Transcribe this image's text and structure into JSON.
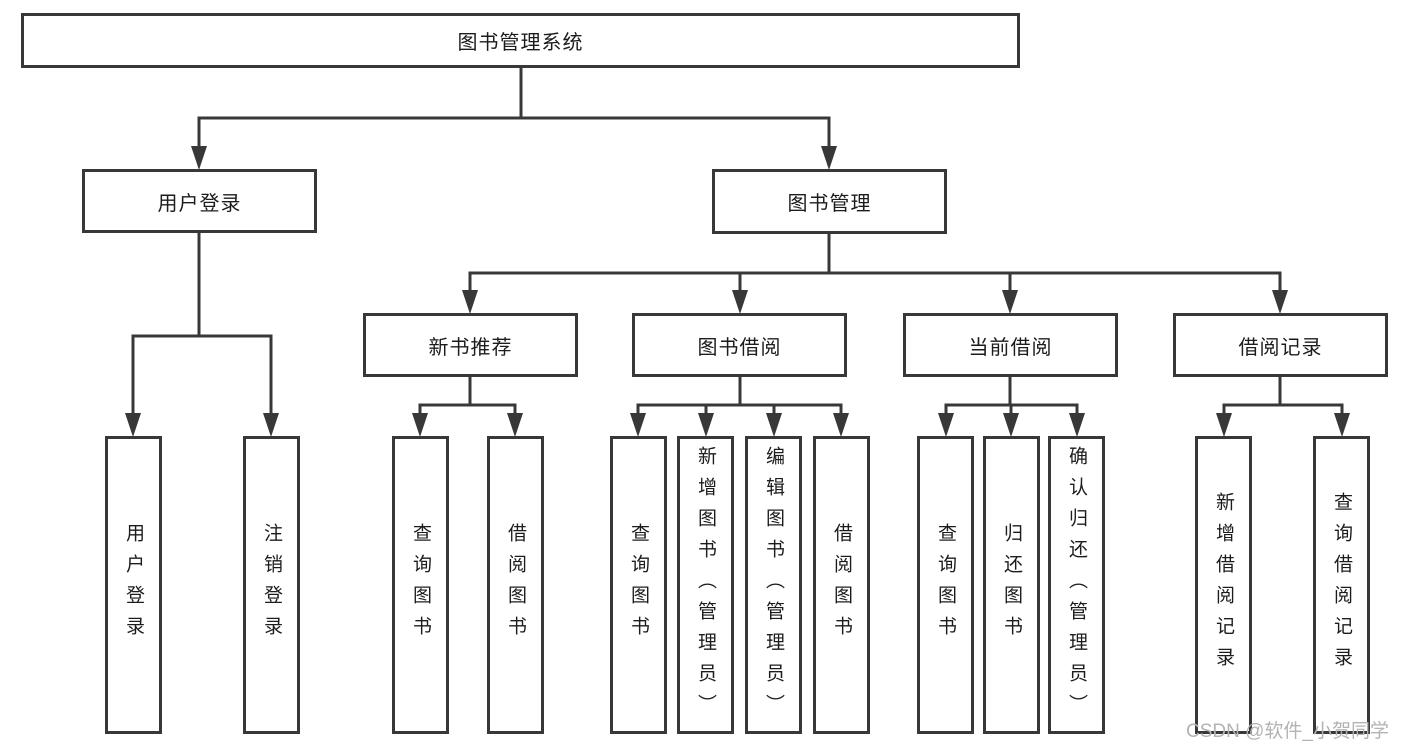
{
  "nodes": {
    "root": {
      "label": "图书管理系统"
    },
    "user_login": {
      "label": "用户登录",
      "children": [
        {
          "label": "用户登录"
        },
        {
          "label": "注销登录"
        }
      ]
    },
    "book_mgmt": {
      "label": "图书管理",
      "children": [
        {
          "label": "新书推荐",
          "children": [
            {
              "label": "查询图书"
            },
            {
              "label": "借阅图书"
            }
          ]
        },
        {
          "label": "图书借阅",
          "children": [
            {
              "label": "查询图书"
            },
            {
              "label": "新增图书（管理员）"
            },
            {
              "label": "编辑图书（管理员）"
            },
            {
              "label": "借阅图书"
            }
          ]
        },
        {
          "label": "当前借阅",
          "children": [
            {
              "label": "查询图书"
            },
            {
              "label": "归还图书"
            },
            {
              "label": "确认归还（管理员）"
            }
          ]
        },
        {
          "label": "借阅记录",
          "children": [
            {
              "label": "新增借阅记录"
            },
            {
              "label": "查询借阅记录"
            }
          ]
        }
      ]
    }
  },
  "colors": {
    "line": "#383838",
    "text": "#1c1c1c",
    "watermark": "#b3b3b3"
  },
  "watermark": "CSDN @软件_小贺同学"
}
